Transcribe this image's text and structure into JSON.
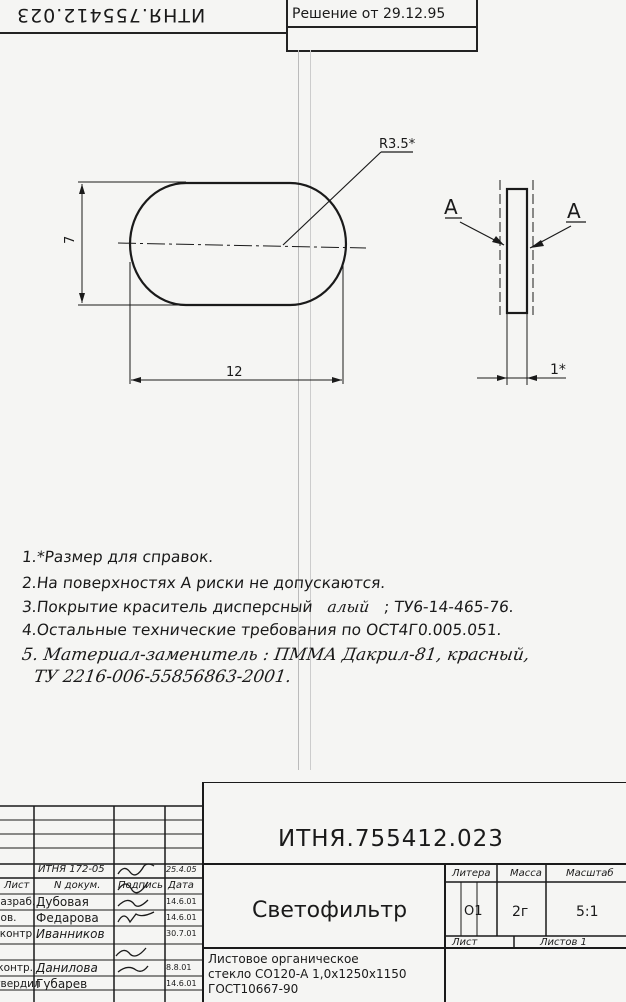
{
  "top_stamp": {
    "code_rotated": "ИТНЯ.755412.023",
    "decision": "Решение от 29.12.95"
  },
  "drawing": {
    "radius_label": "R3.5*",
    "height_label": "7",
    "width_label": "12",
    "section_left": "А",
    "section_right": "А",
    "thickness_label": "1*"
  },
  "notes": [
    "1.*Размер для справок.",
    "2.На поверхностях А риски не допускаются.",
    "3.Покрытие краситель дисперсный",
    "4.Остальные технические требования по ОСТ4Г0.005.051."
  ],
  "note3_hand": "алый",
  "note3_tail": "; ТУ6-14-465-76.",
  "note5_line1": "5. Материал-заменитель : ПММА Дакрил-81, красный,",
  "note5_line2": "ТУ 2216-006-55856863-2001.",
  "title_block": {
    "designation": "ИТНЯ.755412.023",
    "name": "Светофильтр",
    "material_lines": [
      "Листовое органическое",
      "стекло СО120-А 1,0х1250х1150",
      "ГОСТ10667-90"
    ],
    "litera_header": "Литера",
    "mass_header": "Масса",
    "scale_header": "Масштаб",
    "litera_value": "О1",
    "mass_value": "2г",
    "scale_value": "5:1",
    "sheet_label": "Лист",
    "sheets_label": "Листов 1",
    "change_doc": "ИТНЯ 172-05",
    "change_date": "25.4.05",
    "col_sheet": "Лист",
    "col_doc": "N докум.",
    "col_sign": "Подпись",
    "col_date": "Дата",
    "rows": [
      {
        "role": "Разраб.",
        "name": "Дубовая",
        "date": "14.6.01"
      },
      {
        "role": "Пров.",
        "name": "Федарова",
        "date": "14.6.01"
      },
      {
        "role": "Т.контр",
        "name": "Иванников",
        "date": "30.7.01"
      },
      {
        "role": "Н.контр.",
        "name": "Данилова",
        "date": "8.8.01"
      },
      {
        "role": "Утвердил",
        "name": "Губарев",
        "date": "14.6.01"
      }
    ]
  }
}
